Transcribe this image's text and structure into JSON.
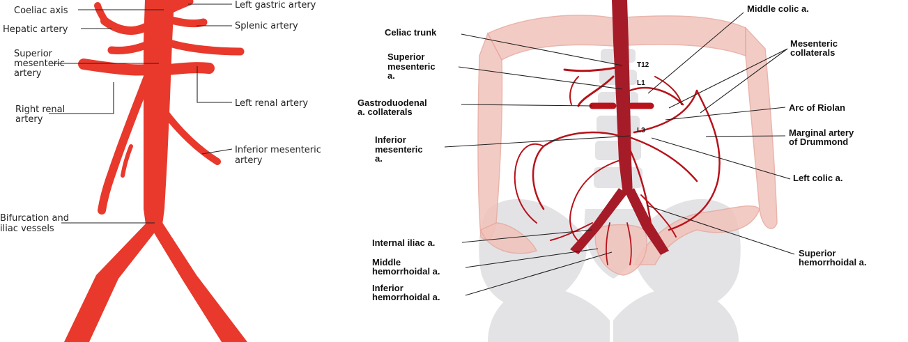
{
  "colors": {
    "artery": "#e8392c",
    "artery_dark": "#b8121a",
    "aorta": "#a51c28",
    "colon": "#f2c3bb",
    "colon_edge": "#e6a99e",
    "bone": "#e3e3e6",
    "leader": "#222222"
  },
  "left_panel": {
    "labels": {
      "coeliac_axis": "Coeliac axis",
      "hepatic_artery": "Hepatic artery",
      "sma_line1": "Superior",
      "sma_line2": "mesenteric",
      "sma_line3": "artery",
      "right_renal_line1": "Right renal",
      "right_renal_line2": "artery",
      "bifurcation_line1": "Bifurcation and",
      "bifurcation_line2": "iliac vessels",
      "left_gastric": "Left gastric artery",
      "splenic": "Splenic artery",
      "left_renal": "Left renal artery",
      "ima_line1": "Inferior mesenteric",
      "ima_line2": "artery"
    }
  },
  "right_panel": {
    "labels": {
      "celiac_trunk": "Celiac trunk",
      "sma_line1": "Superior",
      "sma_line2": "mesenteric",
      "sma_line3": "a.",
      "gda_line1": "Gastroduodenal",
      "gda_line2": "a. collaterals",
      "ima_line1": "Inferior",
      "ima_line2": "mesenteric",
      "ima_line3": "a.",
      "internal_iliac": "Internal iliac a.",
      "middle_hem_line1": "Middle",
      "middle_hem_line2": "hemorrhoidal a.",
      "inferior_hem_line1": "Inferior",
      "inferior_hem_line2": "hemorrhoidal a.",
      "middle_colic": "Middle colic a.",
      "mes_coll_line1": "Mesenteric",
      "mes_coll_line2": "collaterals",
      "arc_riolan": "Arc of Riolan",
      "marginal_line1": "Marginal artery",
      "marginal_line2": "of Drummond",
      "left_colic": "Left colic a.",
      "sup_hem_line1": "Superior",
      "sup_hem_line2": "hemorrhoidal a.",
      "vert_t12": "T12",
      "vert_l1": "L1",
      "vert_l3": "L3"
    }
  }
}
